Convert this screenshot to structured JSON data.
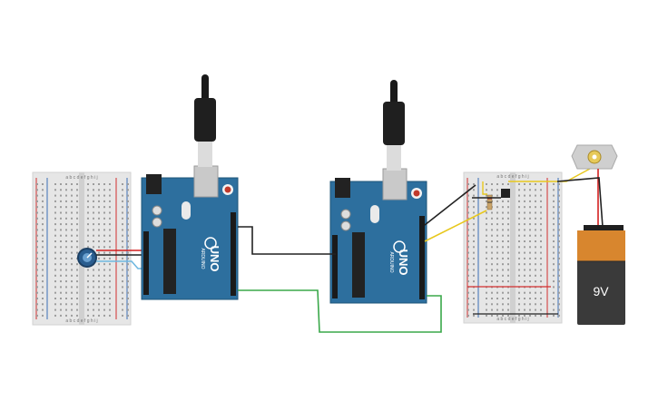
{
  "canvas": {
    "background": "#ffffff"
  },
  "colors": {
    "board_blue": "#2d6f9e",
    "board_dark": "#1e5478",
    "breadboard": "#e6e6e6",
    "rail_red": "#d32f2f",
    "rail_blue": "#3b6fb6",
    "wire_black": "#222222",
    "wire_green": "#3aa84a",
    "wire_yellow": "#e8c81e",
    "wire_red": "#d32020",
    "wire_lightblue": "#6fb8e0",
    "battery_body": "#3a3a3a",
    "battery_cap": "#d8862e",
    "motor_body": "#cfcfcf"
  },
  "breadboards": [
    {
      "name": "breadboard-left",
      "row_labels": "a b c d e   f g h i j"
    },
    {
      "name": "breadboard-right",
      "row_labels": "a b c d e   f g h i j"
    }
  ],
  "arduinos": [
    {
      "name": "arduino-left",
      "model_label": "UNO",
      "brand_label": "ARDUINO"
    },
    {
      "name": "arduino-middle",
      "model_label": "UNO",
      "brand_label": "ARDUINO"
    }
  ],
  "battery": {
    "label": "9V"
  },
  "icons": {
    "usb_cable": "usb-cable-icon",
    "potentiometer": "potentiometer-icon",
    "motor": "dc-motor-icon",
    "transistor": "transistor-icon",
    "resistor": "resistor-icon"
  }
}
